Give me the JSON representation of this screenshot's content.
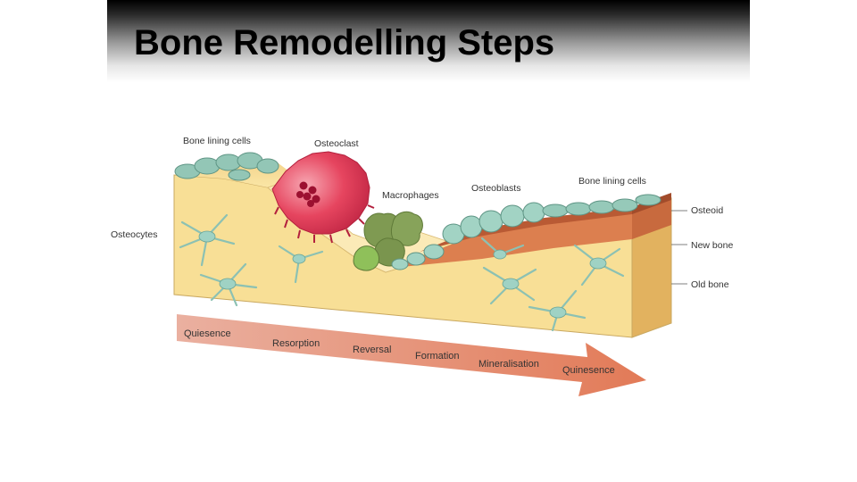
{
  "slide": {
    "title": "Bone Remodelling Steps"
  },
  "diagram": {
    "labels": {
      "bone_lining_cells_left": "Bone lining cells",
      "osteoclast": "Osteoclast",
      "macrophages": "Macrophages",
      "osteoblasts": "Osteoblasts",
      "bone_lining_cells_right": "Bone lining cells",
      "osteoid": "Osteoid",
      "new_bone": "New bone",
      "old_bone": "Old bone",
      "osteocytes": "Osteocytes"
    },
    "phases": [
      "Quiesence",
      "Resorption",
      "Reversal",
      "Formation",
      "Mineralisation",
      "Quinesence"
    ],
    "colors": {
      "old_bone": "#f7dc8e",
      "new_bone": "#d9784a",
      "osteoid": "#c9683e",
      "osteoclast": "#e03a55",
      "macrophage": "#7f9a52",
      "lining_cell": "#9bcfc0",
      "arrow_start": "#ecb3a3",
      "arrow_end": "#e07a58"
    }
  }
}
